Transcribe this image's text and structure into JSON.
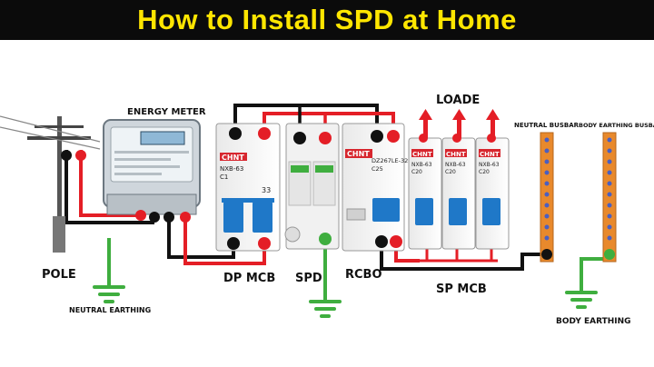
{
  "title": "How to Install SPD at Home",
  "labels": {
    "energy_meter": "ENERGY METER",
    "loade": "LOADE",
    "neutral_busbar": "NEUTRAL BUSBAR",
    "body_earthing_busbar": "BODY EARTHING BUSBAR",
    "pole": "POLE",
    "neutral_earthing": "NEUTRAL EARTHING",
    "dp_mcb": "DP MCB",
    "spd": "SPD",
    "rcbo": "RCBO",
    "sp_mcb": "SP MCB",
    "body_earthing": "BODY EARTHING"
  },
  "device_text": {
    "brand": "CHNT",
    "dp_model": "NXB-63",
    "dp_rating": "C1",
    "dp_pole_mark": "33",
    "rcbo_model": "DZ267LE-32",
    "rcbo_rating": "C25",
    "sp_model": "NXB-63",
    "sp_rating": "C20"
  },
  "colors": {
    "title_bg": "#0b0b0b",
    "title_text": "#ffe600",
    "phase_wire": "#e41e26",
    "neutral_wire": "#111111",
    "earth_wire": "#3fae3f",
    "busbar": "#e8892c",
    "busbar_hole": "#4a5fc1",
    "toggle": "#1f78c8",
    "brand_tag": "#d7262e"
  }
}
